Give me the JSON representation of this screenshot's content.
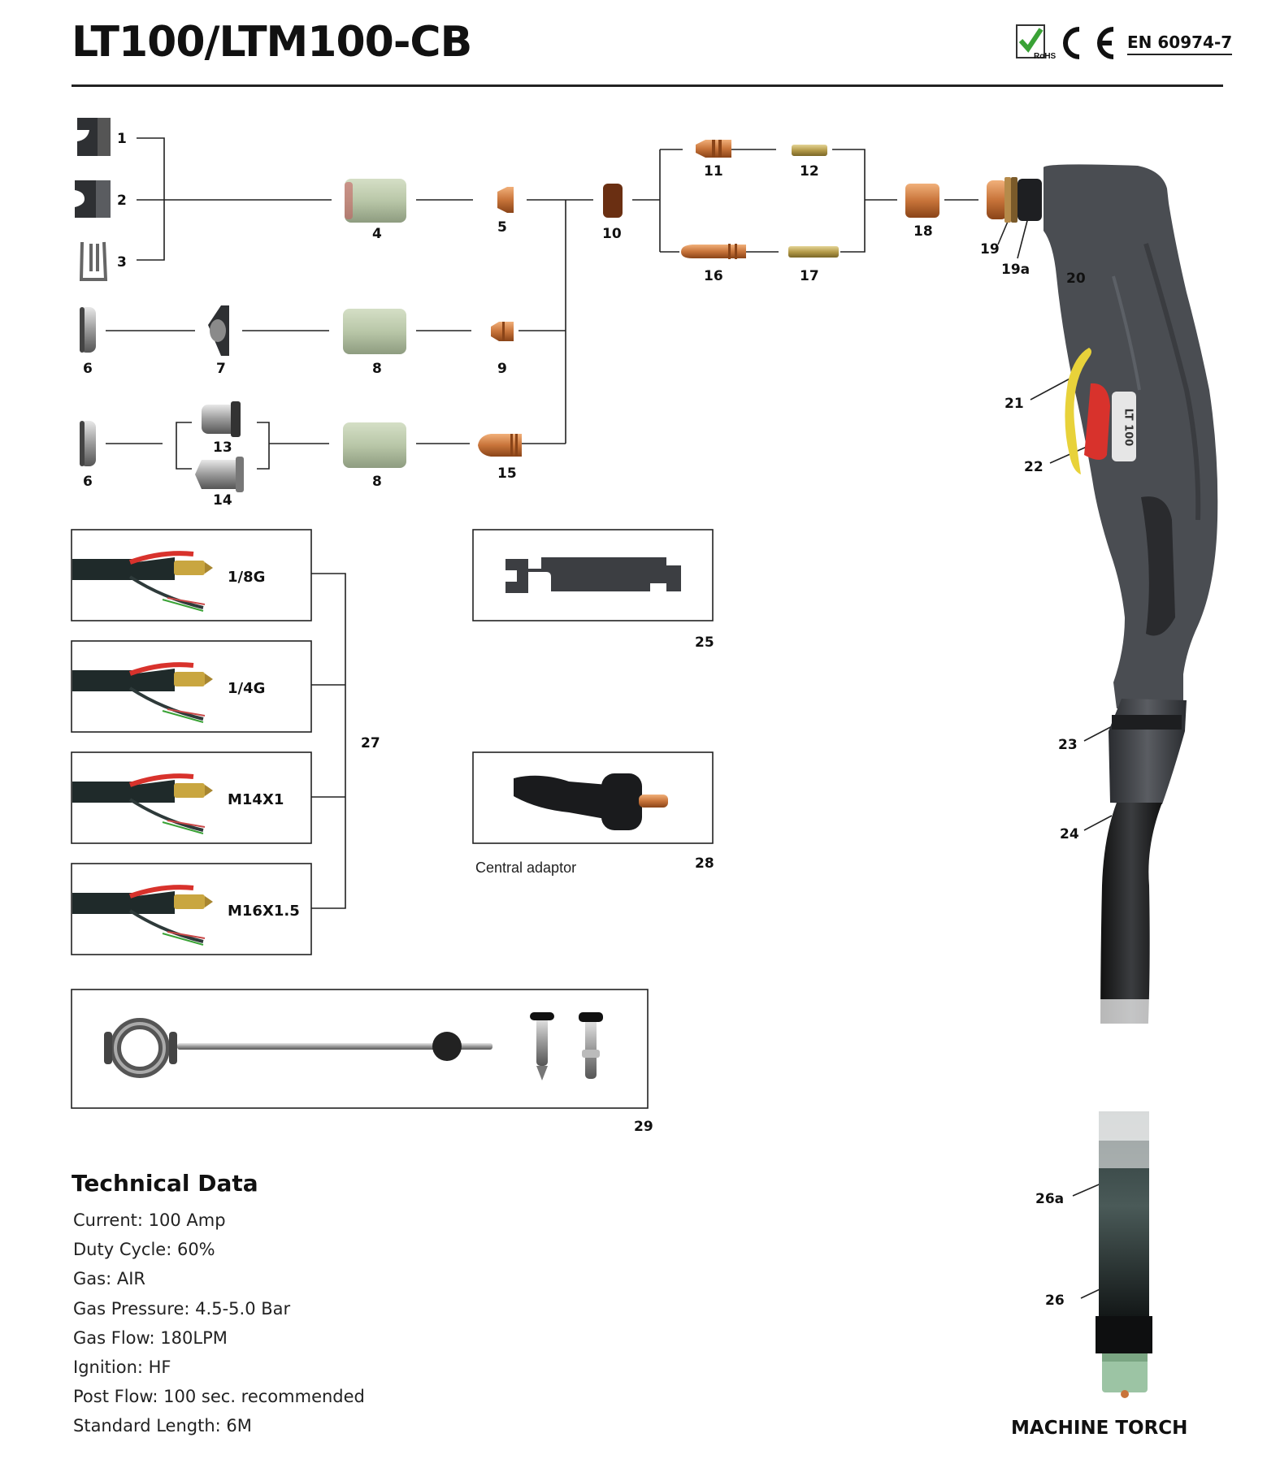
{
  "header": {
    "title": "LT100/LTM100-CB",
    "rohs_text": "RoHS",
    "ce_mark": "CE",
    "standard": "EN 60974-7"
  },
  "parts": {
    "p1": "1",
    "p2": "2",
    "p3": "3",
    "p4": "4",
    "p5": "5",
    "p6a": "6",
    "p6b": "6",
    "p7": "7",
    "p8a": "8",
    "p8b": "8",
    "p9": "9",
    "p10": "10",
    "p11": "11",
    "p12": "12",
    "p13": "13",
    "p14": "14",
    "p15": "15",
    "p16": "16",
    "p17": "17",
    "p18": "18",
    "p19": "19",
    "p19a": "19a",
    "p20": "20",
    "p21": "21",
    "p22": "22",
    "p23": "23",
    "p24": "24",
    "p25": "25",
    "p26": "26",
    "p26a": "26a",
    "p27": "27",
    "p28": "28",
    "p29": "29"
  },
  "hose_variants": [
    "1/8G",
    "1/4G",
    "M14X1",
    "M16X1.5"
  ],
  "adaptor_caption": "Central adaptor",
  "torch_text": "LT 100",
  "technical": {
    "title": "Technical Data",
    "items": [
      "Current: 100 Amp",
      "Duty Cycle: 60%",
      "Gas: AIR",
      "Gas Pressure: 4.5-5.0 Bar",
      "Gas Flow: 180LPM",
      "Ignition: HF",
      "Post Flow:  100 sec. recommended",
      "Standard Length: 6M"
    ]
  },
  "footer": {
    "machine_torch": "MACHINE TORCH"
  },
  "colors": {
    "copper": "#c8743a",
    "ceramic": "#b9c7a8",
    "torch_body": "#4a4d52",
    "trigger_red": "#d8322c",
    "trigger_yellow": "#e8d23a",
    "rohs_green": "#3aa236"
  }
}
